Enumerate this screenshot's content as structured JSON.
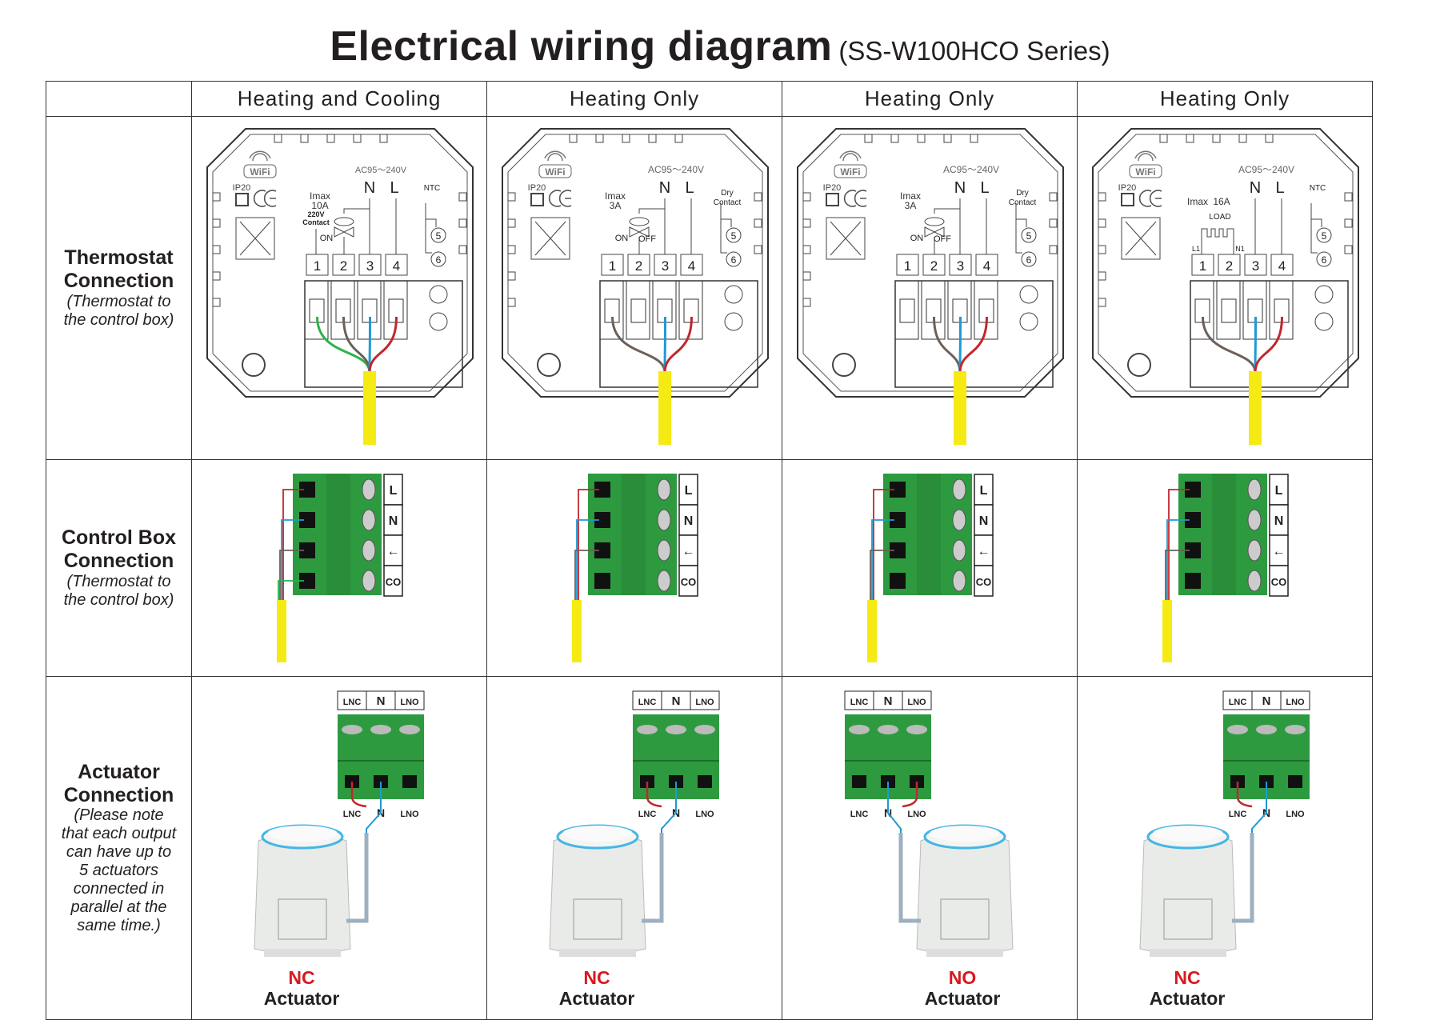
{
  "title": {
    "main": "Electrical wiring diagram",
    "series": "(SS-W100HCO Series)"
  },
  "rows": [
    {
      "title": [
        "Thermostat",
        "Connection"
      ],
      "note": [
        "(Thermostat to",
        "the control box)"
      ]
    },
    {
      "title": [
        "Control Box",
        "Connection"
      ],
      "note": [
        "(Thermostat to",
        "the control box)"
      ]
    },
    {
      "title": [
        "Actuator",
        "Connection"
      ],
      "note": [
        "(Please note",
        "that each output",
        "can have up to",
        "5 actuators",
        "connected in",
        "parallel at the",
        "same time.)"
      ]
    }
  ],
  "wire_colors": {
    "green": "#2bb34a",
    "brown": "#6b605a",
    "blue": "#1e9ad6",
    "red": "#c1272d",
    "cable": "#f5ea14",
    "block": "#2e9a3f",
    "nc_no": "#d7191f"
  },
  "columns": [
    {
      "header": "Heating and Cooling",
      "thermostat": {
        "voltage": "AC95～240V",
        "n": "N",
        "l": "L",
        "imax": "Imax",
        "imax_val": "10A",
        "contact": [
          "220V",
          "Contact"
        ],
        "valve": [
          "ON"
        ],
        "right_label": [
          "NTC"
        ],
        "load": null,
        "terminals": [
          "1",
          "2",
          "3",
          "4"
        ],
        "aux": [
          "5",
          "6"
        ],
        "ip": "IP20",
        "wifi": "WiFi",
        "wires": [
          [
            "green",
            1
          ],
          [
            "brown",
            2
          ],
          [
            "blue",
            3
          ],
          [
            "red",
            4
          ]
        ]
      },
      "control_box": {
        "labels": [
          "L",
          "N",
          "←",
          "CO"
        ],
        "wires": [
          "red",
          "blue",
          "brown",
          "green"
        ]
      },
      "actuator": {
        "terminals": [
          "LNC",
          "N",
          "LNO"
        ],
        "type": "NC",
        "label": "Actuator"
      }
    },
    {
      "header": "Heating Only",
      "thermostat": {
        "voltage": "AC95～240V",
        "n": "N",
        "l": "L",
        "imax": "Imax",
        "imax_val": "3A",
        "contact": null,
        "valve": [
          "ON",
          "OFF"
        ],
        "right_label": [
          "Dry",
          "Contact"
        ],
        "load": null,
        "terminals": [
          "1",
          "2",
          "3",
          "4"
        ],
        "aux": [
          "5",
          "6"
        ],
        "ip": "IP20",
        "wifi": "WiFi",
        "wires": [
          [
            "brown",
            1
          ],
          [
            "blue",
            3
          ],
          [
            "red",
            4
          ]
        ]
      },
      "control_box": {
        "labels": [
          "L",
          "N",
          "←",
          "CO"
        ],
        "wires": [
          "red",
          "blue",
          "brown",
          null
        ]
      },
      "actuator": {
        "terminals": [
          "LNC",
          "N",
          "LNO"
        ],
        "type": "NC",
        "label": "Actuator"
      }
    },
    {
      "header": "Heating Only",
      "thermostat": {
        "voltage": "AC95～240V",
        "n": "N",
        "l": "L",
        "imax": "Imax",
        "imax_val": "3A",
        "contact": null,
        "valve": [
          "ON",
          "OFF"
        ],
        "right_label": [
          "Dry",
          "Contact"
        ],
        "load": null,
        "terminals": [
          "1",
          "2",
          "3",
          "4"
        ],
        "aux": [
          "5",
          "6"
        ],
        "ip": "IP20",
        "wifi": "WiFi",
        "wires": [
          [
            "brown",
            2
          ],
          [
            "blue",
            3
          ],
          [
            "red",
            4
          ]
        ]
      },
      "control_box": {
        "labels": [
          "L",
          "N",
          "←",
          "CO"
        ],
        "wires": [
          "red",
          "blue",
          "brown",
          null
        ]
      },
      "actuator": {
        "terminals": [
          "LNC",
          "N",
          "LNO"
        ],
        "type": "NO",
        "label": "Actuator"
      }
    },
    {
      "header": "Heating Only",
      "thermostat": {
        "voltage": "AC95～240V",
        "n": "N",
        "l": "L",
        "imax": "Imax",
        "imax_val": "16A",
        "contact": null,
        "valve": null,
        "right_label": [
          "NTC"
        ],
        "load": {
          "label": "LOAD",
          "l1": "L1",
          "n1": "N1"
        },
        "terminals": [
          "1",
          "2",
          "3",
          "4"
        ],
        "aux": [
          "5",
          "6"
        ],
        "ip": "IP20",
        "wifi": "WiFi",
        "wires": [
          [
            "brown",
            1
          ],
          [
            "blue",
            3
          ],
          [
            "red",
            4
          ]
        ]
      },
      "control_box": {
        "labels": [
          "L",
          "N",
          "←",
          "CO"
        ],
        "wires": [
          "red",
          "blue",
          "brown",
          null
        ]
      },
      "actuator": {
        "terminals": [
          "LNC",
          "N",
          "LNO"
        ],
        "type": "NC",
        "label": "Actuator"
      }
    }
  ]
}
